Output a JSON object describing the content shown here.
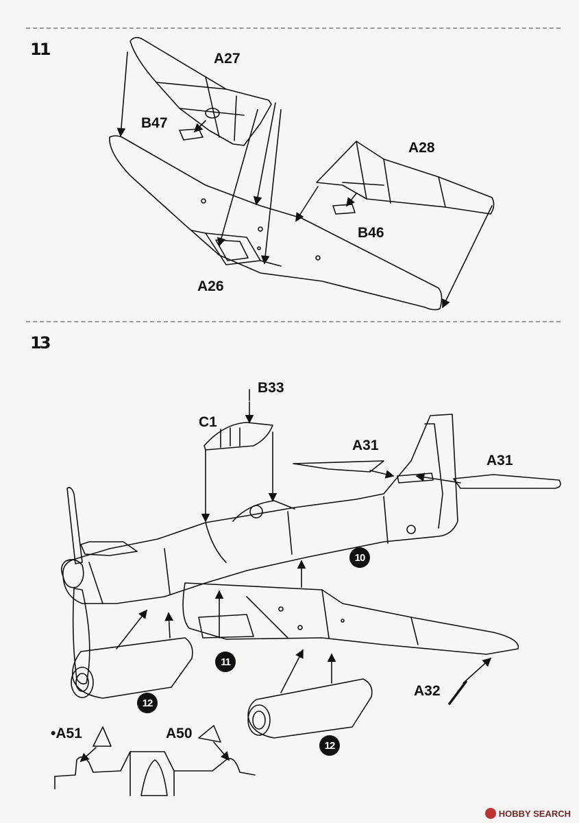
{
  "steps": [
    {
      "number": "11",
      "labels": {
        "a27": "A27",
        "b47": "B47",
        "a28": "A28",
        "b46": "B46",
        "a26": "A26"
      }
    },
    {
      "number": "13",
      "labels": {
        "b33": "B33",
        "c1": "C1",
        "a31_left": "A31",
        "a31_right": "A31",
        "a32": "A32",
        "a51": "•A51",
        "a50": "A50"
      },
      "sub_steps": {
        "s10": "10",
        "s11": "11",
        "s12_left": "12",
        "s12_right": "12"
      }
    }
  ],
  "watermark": "HOBBY SEARCH",
  "colors": {
    "ink": "#111111",
    "paper": "#f6f6f4",
    "divider": "#9a9a9a",
    "watermark": "#6b2a2a"
  }
}
